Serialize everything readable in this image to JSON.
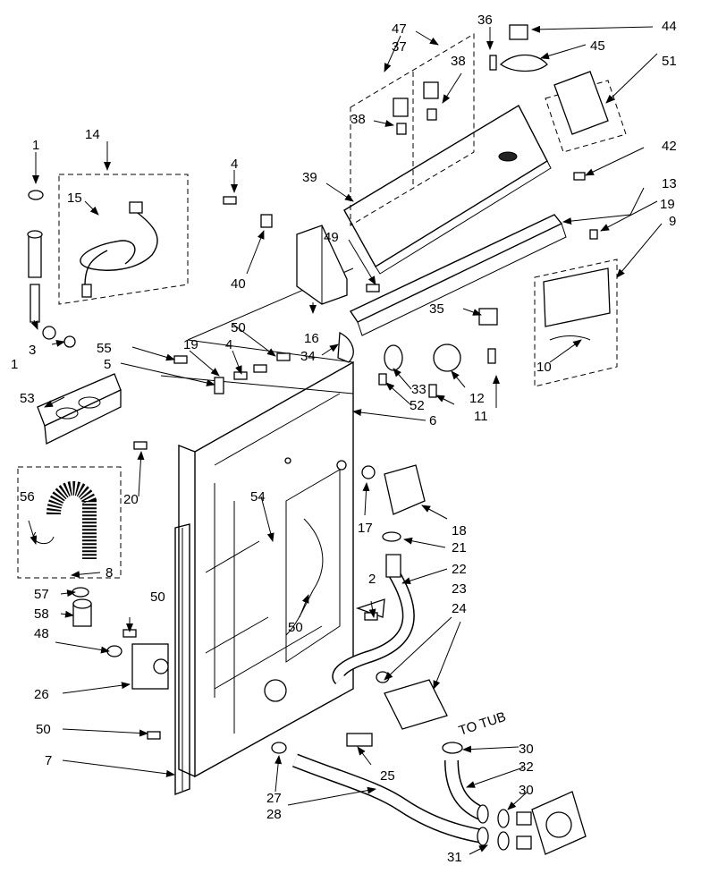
{
  "labels": [
    "1",
    "1",
    "2",
    "3",
    "4",
    "4",
    "5",
    "6",
    "7",
    "8",
    "9",
    "10",
    "11",
    "12",
    "13",
    "14",
    "15",
    "16",
    "17",
    "18",
    "19",
    "19",
    "20",
    "21",
    "22",
    "23",
    "24",
    "25",
    "26",
    "27",
    "28",
    "30",
    "30",
    "31",
    "32",
    "33",
    "34",
    "35",
    "36",
    "37",
    "38",
    "38",
    "39",
    "40",
    "42",
    "44",
    "45",
    "47",
    "48",
    "49",
    "50",
    "50",
    "50",
    "50",
    "51",
    "52",
    "53",
    "54",
    "55",
    "56",
    "57",
    "58"
  ],
  "note": "TO TUB"
}
